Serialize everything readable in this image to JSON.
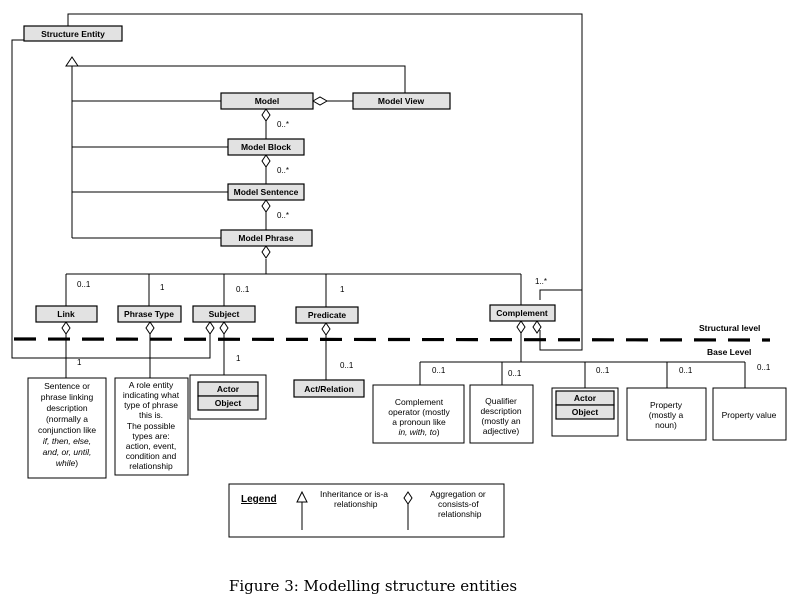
{
  "entities": {
    "structure_entity": "Structure Entity",
    "model": "Model",
    "model_view": "Model View",
    "model_block": "Model Block",
    "model_sentence": "Model Sentence",
    "model_phrase": "Model Phrase",
    "link": "Link",
    "phrase_type": "Phrase Type",
    "subject": "Subject",
    "predicate": "Predicate",
    "complement": "Complement",
    "actor": "Actor",
    "object": "Object",
    "act_relation": "Act/Relation"
  },
  "multiplicities": {
    "model_block": "0..*",
    "model_sentence": "0..*",
    "model_phrase": "0..*",
    "link": "0..1",
    "phrase_type": "1",
    "subject": "0..1",
    "predicate": "1",
    "complement": "1..*",
    "link_desc": "1",
    "subject_actor": "1",
    "act_relation": "0..1",
    "complement_operator": "0..1",
    "qualifier": "0..1",
    "actor_object": "0..1",
    "property": "0..1",
    "property_value": "0..1"
  },
  "levels": {
    "structural": "Structural level",
    "base": "Base Level"
  },
  "descriptions": {
    "link": {
      "l1": "Sentence or",
      "l2": "phrase linking",
      "l3": "description",
      "l4": "(normally a",
      "l5": "conjunction like",
      "l6_italic": "if, then, else,",
      "l7_italic": "and, or, until,",
      "l8_italic": "while",
      "l8_tail": ")"
    },
    "phrase_type": {
      "l1": "A role entity",
      "l2": "indicating what",
      "l3": "type of phrase",
      "l4": "this is.",
      "l5": "The possible",
      "l6": "types are:",
      "l7": "action, event,",
      "l8": "condition and",
      "l9": "relationship"
    },
    "complement_operator": {
      "l1": "Complement",
      "l2": "operator (mostly",
      "l3": "a  pronoun like",
      "l4_italic": "in, with, to",
      "l4_tail": ")"
    },
    "qualifier": {
      "l1": "Qualifier",
      "l2": "description",
      "l3": "(mostly an",
      "l4": "adjective)"
    },
    "property": {
      "l1": "Property",
      "l2": "(mostly a",
      "l3": "noun)"
    },
    "property_value": "Property value"
  },
  "legend": {
    "title": "Legend",
    "inheritance_l1": "Inheritance or is-a",
    "inheritance_l2": "relationship",
    "aggregation_l1": "Aggregation or",
    "aggregation_l2": "consists-of",
    "aggregation_l3": "relationship"
  },
  "caption": "Figure 3: Modelling structure entities"
}
